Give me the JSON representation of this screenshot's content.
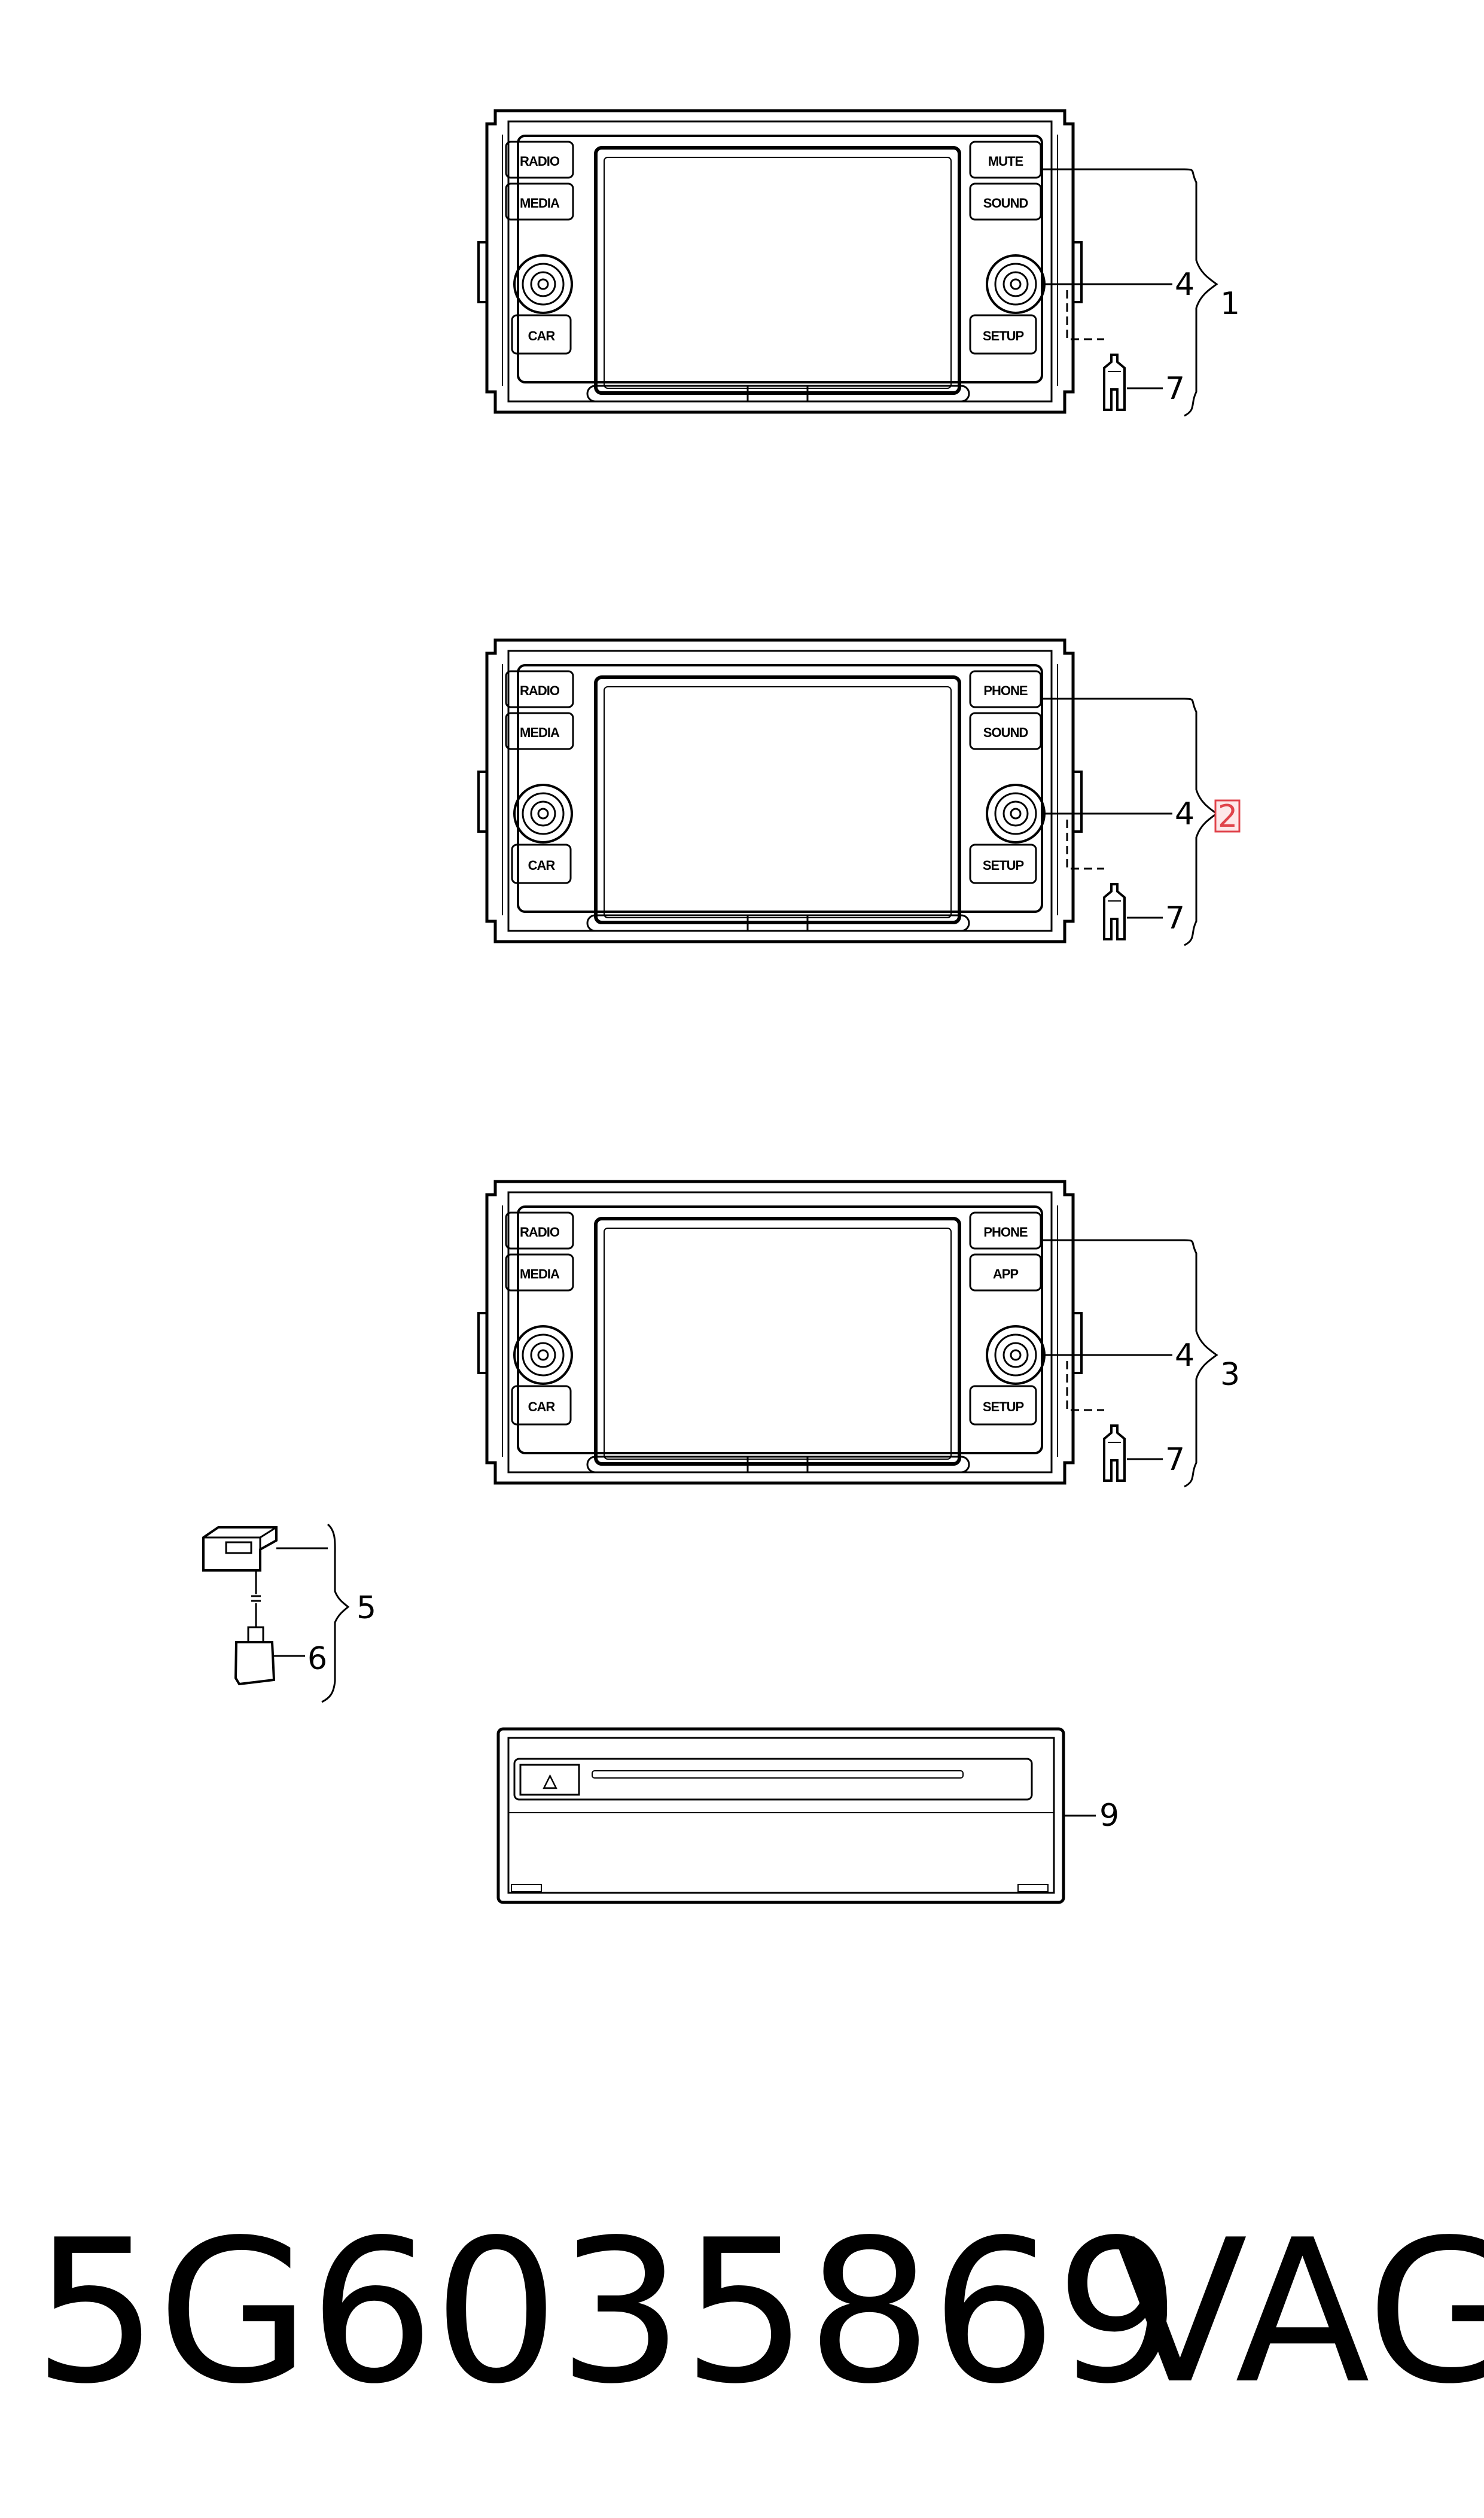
{
  "units": [
    {
      "buttons": {
        "left_top": "RADIO",
        "left_second": "MEDIA",
        "left_bottom": "CAR",
        "right_top": "MUTE",
        "right_second": "SOUND",
        "right_bottom": "SETUP"
      },
      "callouts": {
        "knob": "4",
        "connector": "7",
        "assembly": "1"
      },
      "highlighted": false
    },
    {
      "buttons": {
        "left_top": "RADIO",
        "left_second": "MEDIA",
        "left_bottom": "CAR",
        "right_top": "PHONE",
        "right_second": "SOUND",
        "right_bottom": "SETUP"
      },
      "callouts": {
        "knob": "4",
        "connector": "7",
        "assembly": "2"
      },
      "highlighted": true
    },
    {
      "buttons": {
        "left_top": "RADIO",
        "left_second": "MEDIA",
        "left_bottom": "CAR",
        "right_top": "PHONE",
        "right_second": "APP",
        "right_bottom": "SETUP"
      },
      "callouts": {
        "knob": "4",
        "connector": "7",
        "assembly": "3"
      },
      "highlighted": false
    }
  ],
  "usb_module": {
    "assembly": "5",
    "plug": "6"
  },
  "cd_drive": {
    "callout": "9",
    "eject_symbol": "△"
  },
  "footer": {
    "part_number": "5G6035869",
    "brand": "VAG"
  },
  "colors": {
    "line": "#000000",
    "highlight": "#e0434b"
  }
}
